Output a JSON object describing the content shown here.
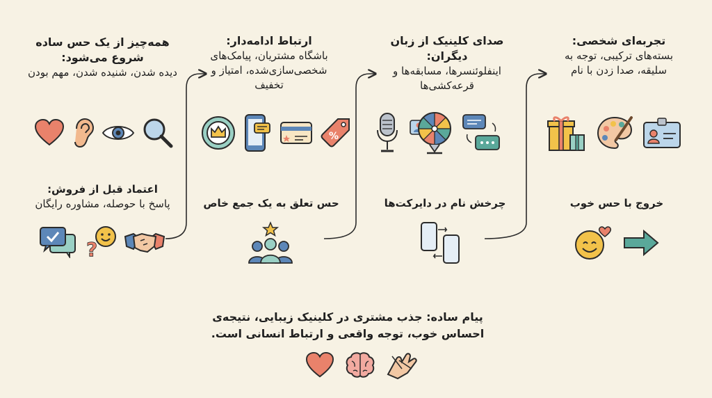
{
  "columns": [
    {
      "title": "همه‌چیز از یک حس ساده شروع می‌شود:",
      "sub": "دیده شدن، شنیده شدن، مهم بودن",
      "bottom_title": "اعتماد قبل از فروش:",
      "bottom_sub": "پاسخ با حوصله، مشاوره رایگان",
      "icons_top": [
        "heart-icon",
        "ear-icon",
        "eye-icon",
        "magnifier-icon"
      ],
      "icons_bottom": [
        "chat-check-icon",
        "question-smile-icon",
        "handshake-icon"
      ]
    },
    {
      "title": "ارتباط ادامه‌دار:",
      "sub": "باشگاه مشتریان، پیامک‌های شخصی‌سازی‌شده، امتیاز و تخفیف",
      "bottom_title": "حس تعلق به یک جمع خاص",
      "bottom_sub": "",
      "icons_top": [
        "crown-badge-icon",
        "phone-message-icon",
        "membership-card-icon",
        "discount-tag-icon"
      ],
      "icons_bottom": [
        "group-star-icon"
      ]
    },
    {
      "title": "صدای کلینیک از زبان دیگران:",
      "sub": "اینفلوئنسرها، مسابقه‌ها و قرعه‌کشی‌ها",
      "bottom_title": "چرخش نام در دایرکت‌ها",
      "bottom_sub": "",
      "icons_top": [
        "microphone-icon",
        "prize-wheel-icon",
        "chat-exchange-icon"
      ],
      "icons_bottom": [
        "phones-exchange-icon"
      ]
    },
    {
      "title": "تجربه‌ای شخصی:",
      "sub": "بسته‌های ترکیبی، توجه به سلیقه، صدا زدن با نام",
      "bottom_title": "خروج با حس خوب",
      "bottom_sub": "",
      "icons_top": [
        "gift-boxes-icon",
        "palette-icon",
        "id-card-icon"
      ],
      "icons_bottom": [
        "smile-heart-icon",
        "arrow-right-icon"
      ]
    }
  ],
  "message": "پیام ساده: جذب مشتری در کلینیک زیبایی، نتیجه‌ی احساس خوب، توجه واقعی و ارتباط انسانی است.",
  "footer_icons": [
    "heart-icon",
    "brain-icon",
    "hands-icon"
  ],
  "colors": {
    "background": "#f7f2e4",
    "heart": "#e9826b",
    "teal": "#5aa89a",
    "blue": "#5d87b8",
    "yellow": "#f2c24a",
    "gray": "#6d7280"
  }
}
